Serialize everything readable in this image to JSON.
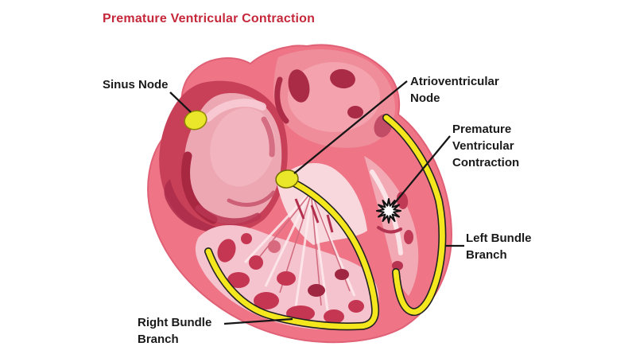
{
  "title": {
    "text": "Premature Ventricular Contraction"
  },
  "labels": {
    "sinus_node": {
      "line1": "Sinus Node"
    },
    "av_node": {
      "line1": "Atrioventricular",
      "line2": "Node"
    },
    "pvc": {
      "line1": "Premature",
      "line2": "Ventricular",
      "line3": "Contraction"
    },
    "left_bundle": {
      "line1": "Left Bundle",
      "line2": "Branch"
    },
    "right_bundle": {
      "line1": "Right Bundle",
      "line2": "Branch"
    }
  },
  "colors": {
    "title_red": "#c5283a",
    "label_black": "#1a1a1a",
    "conduction_yellow": "#f4e71d",
    "node_yellow": "#eae62a",
    "heart_wall_pink": "#ee7486",
    "chamber_crimson": "#c84058",
    "background": "#ffffff"
  },
  "markers": {
    "sinus_node_marker": "yellow oval on upper left atrial wall",
    "av_node_marker": "yellow oval at center of heart",
    "pvc_starburst": "white star burst in left ventricle"
  }
}
